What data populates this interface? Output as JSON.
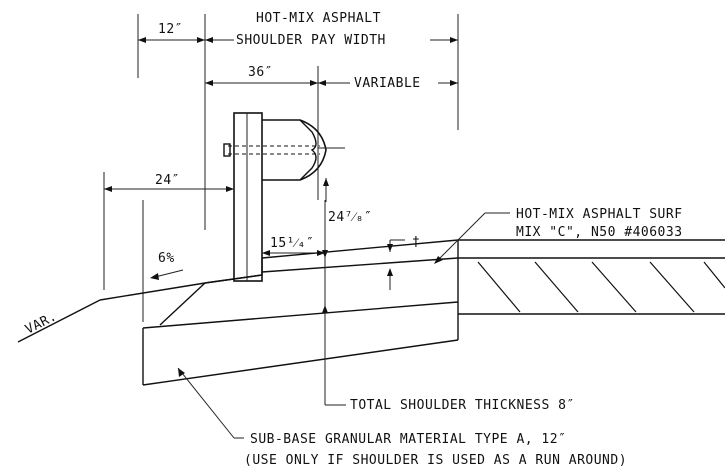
{
  "labels": {
    "dim_12": "12″",
    "pay_width_line1": "HOT-MIX ASPHALT",
    "pay_width_line2": "SHOULDER PAY WIDTH",
    "dim_36": "36″",
    "variable": "VARIABLE",
    "dim_24": "24″",
    "dim_24_7_8": "24⁷⁄₈″",
    "dim_15_1_4": "15¹⁄₄″",
    "dagger": "†",
    "surface_line1": "HOT-MIX ASPHALT SURF",
    "surface_line2": "MIX \"C\", N50   #406033",
    "slope": "6%",
    "var": "VAR.",
    "total_thickness": "TOTAL SHOULDER THICKNESS 8″",
    "subbase_line1": "SUB-BASE GRANULAR MATERIAL TYPE A, 12″",
    "subbase_line2": "(USE ONLY IF SHOULDER IS USED AS A RUN AROUND)"
  }
}
